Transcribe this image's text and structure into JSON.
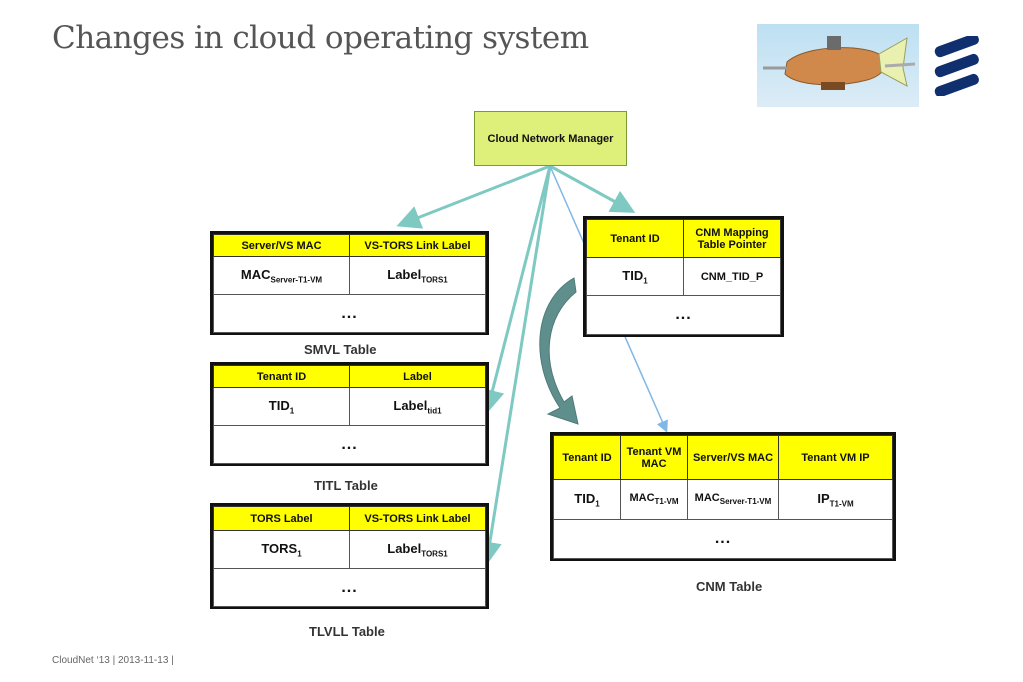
{
  "title": "Changes in cloud operating system",
  "footer": "CloudNet ‘13 | 2013-11-13 |",
  "manager": "Cloud Network Manager",
  "smvl": {
    "headers": [
      "Server/VS MAC",
      "VS-TORS Link Label"
    ],
    "row1": [
      {
        "main": "MAC",
        "sub": "Server-T1-VM"
      },
      {
        "main": "Label",
        "sub": "TORS1"
      }
    ],
    "dots": "...",
    "caption": "SMVL Table"
  },
  "titl": {
    "headers": [
      "Tenant ID",
      "Label"
    ],
    "row1": [
      {
        "main": "TID",
        "sub": "1"
      },
      {
        "main": "Label",
        "sub": "tid1"
      }
    ],
    "dots": "...",
    "caption": "TITL Table"
  },
  "tlvll": {
    "headers": [
      "TORS Label",
      "VS-TORS Link Label"
    ],
    "row1": [
      {
        "main": "TORS",
        "sub": "1"
      },
      {
        "main": "Label",
        "sub": "TORS1"
      }
    ],
    "dots": "...",
    "caption": "TLVLL Table"
  },
  "mapping": {
    "headers": [
      "Tenant ID",
      "CNM Mapping Table Pointer"
    ],
    "row1": [
      {
        "main": "TID",
        "sub": "1"
      },
      {
        "main": "CNM_TID_P",
        "sub": ""
      }
    ],
    "dots": "..."
  },
  "cnm_table": {
    "headers": [
      "Tenant ID",
      "Tenant VM MAC",
      "Server/VS MAC",
      "Tenant VM IP"
    ],
    "row1": [
      {
        "main": "TID",
        "sub": "1"
      },
      {
        "main": "MAC",
        "sub": "T1-VM"
      },
      {
        "main": "MAC",
        "sub": "Server-T1-VM"
      },
      {
        "main": "IP",
        "sub": "T1-VM"
      }
    ],
    "dots": "...",
    "caption": "CNM Table"
  },
  "colors": {
    "header_yellow": "#ffff00",
    "manager_fill": "#dff07a",
    "arrow_teal": "#7fc9c3",
    "logo_navy": "#0f2f6e"
  },
  "icons": [
    "zeppelin-image",
    "ericsson-logo"
  ]
}
